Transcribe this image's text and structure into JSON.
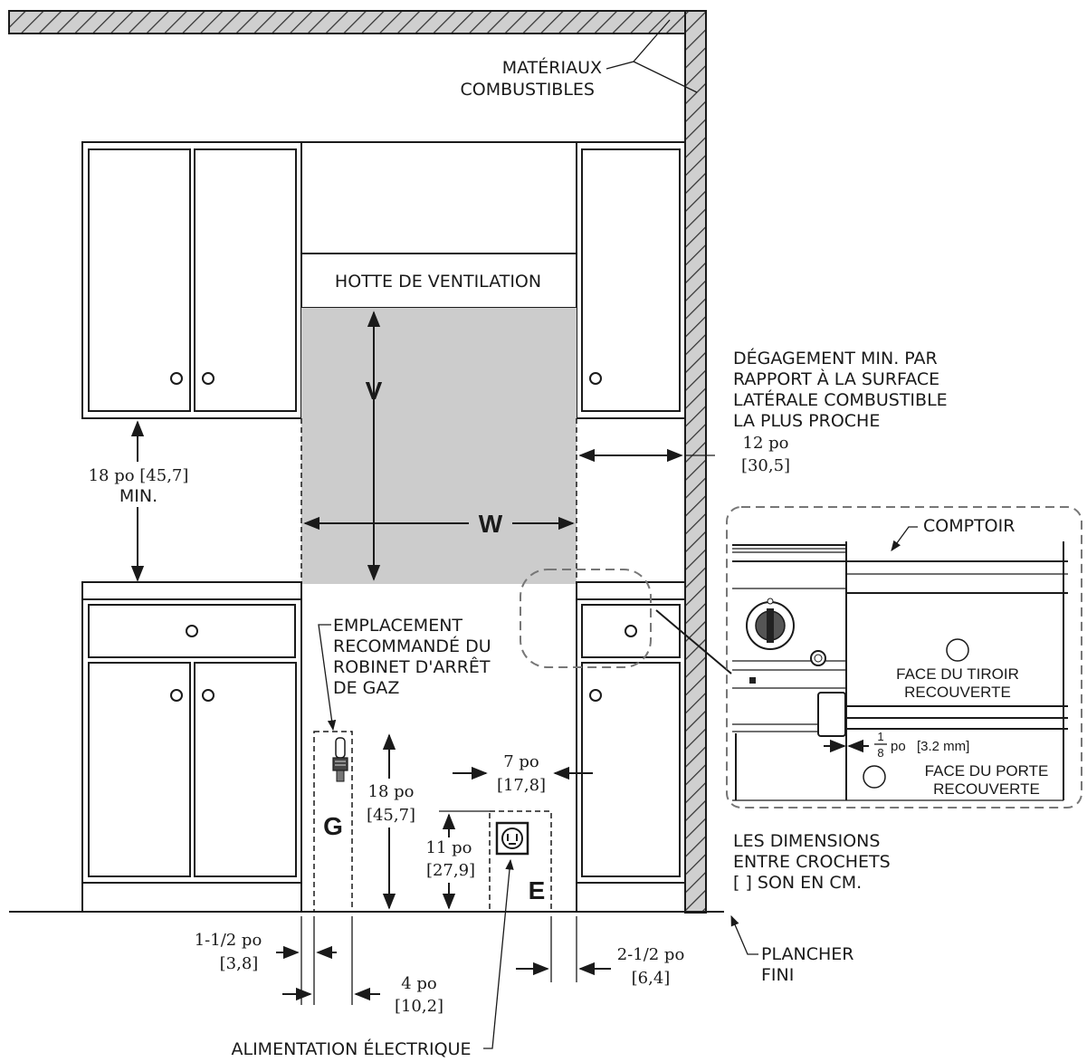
{
  "labels": {
    "combustible_materials": [
      "MATÉRIAUX",
      "COMBUSTIBLES"
    ],
    "vent_hood": "HOTTE DE VENTILATION",
    "v_letter": "V",
    "w_letter": "W",
    "g_letter": "G",
    "e_letter": "E",
    "side_clearance_note": [
      "DÉGAGEMENT MIN. PAR",
      "RAPPORT À LA SURFACE",
      "LATÉRALE COMBUSTIBLE",
      "LA PLUS PROCHE"
    ],
    "gas_valve_location": [
      "EMPLACEMENT",
      "RECOMMANDÉ DU",
      "ROBINET D'ARRÊT",
      "DE GAZ"
    ],
    "countertop": "COMPTOIR",
    "drawer_face": [
      "FACE DU TIROIR",
      "RECOUVERTE"
    ],
    "door_face": [
      "FACE DU PORTE",
      "RECOUVERTE"
    ],
    "dimension_note": [
      "LES DIMENSIONS",
      "ENTRE CROCHETS",
      "[ ]  SON EN CM."
    ],
    "finished_floor": [
      "PLANCHER",
      "FINI"
    ],
    "electrical_supply": "ALIMENTATION ÉLECTRIQUE"
  },
  "dimensions": {
    "upper_clearance": [
      "18 po [45,7]",
      "MIN."
    ],
    "side_clearance": [
      "12 po",
      "[30,5]"
    ],
    "gas_height": [
      "18 po",
      "[45,7]"
    ],
    "outlet_width": [
      "7 po",
      "[17,8]"
    ],
    "outlet_height": [
      "11 po",
      "[27,9]"
    ],
    "gas_offset": [
      "1-1/2 po",
      "[3,8]"
    ],
    "gas_zone_width": [
      "4 po",
      "[10,2]"
    ],
    "outlet_offset": [
      "2-1/2 po",
      "[6,4]"
    ],
    "overlap_num": "1",
    "overlap_den": "8",
    "overlap_unit": "po",
    "overlap_mm": "[3.2 mm]"
  }
}
